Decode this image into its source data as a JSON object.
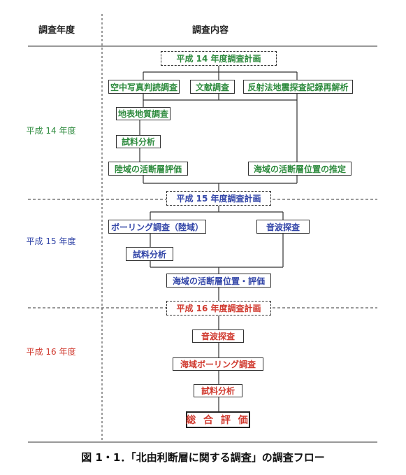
{
  "header": {
    "col_year": "調査年度",
    "col_content": "調査内容"
  },
  "years": {
    "y14": "平成 14 年度",
    "y15": "平成 15 年度",
    "y16": "平成 16 年度"
  },
  "phase14": {
    "plan": "平成 14 年度調査計画",
    "aerial_photo": "空中写真判読調査",
    "literature": "文献調査",
    "seismic_reanalysis": "反射法地震探査記録再解析",
    "surface_geology": "地表地質調査",
    "sample_analysis": "試料分析",
    "land_fault_eval": "陸域の活断層評価",
    "sea_fault_position": "海域の活断層位置の推定"
  },
  "phase15": {
    "plan": "平成 15 年度調査計画",
    "boring_land": "ボーリング調査（陸域）",
    "sonic_survey": "音波探査",
    "sample_analysis": "試料分析",
    "sea_fault_eval": "海域の活断層位置・評価"
  },
  "phase16": {
    "plan": "平成 16 年度調査計画",
    "sonic_survey": "音波探査",
    "sea_boring": "海域ボーリング調査",
    "sample_analysis": "試料分析",
    "final_eval": "総 合 評 価"
  },
  "caption": "図 1・1．「北由利断層に関する調査」の調査フロー",
  "colors": {
    "y14": "#2e8b3e",
    "y15": "#3346a8",
    "y16": "#d03a2f",
    "line": "#333333"
  }
}
